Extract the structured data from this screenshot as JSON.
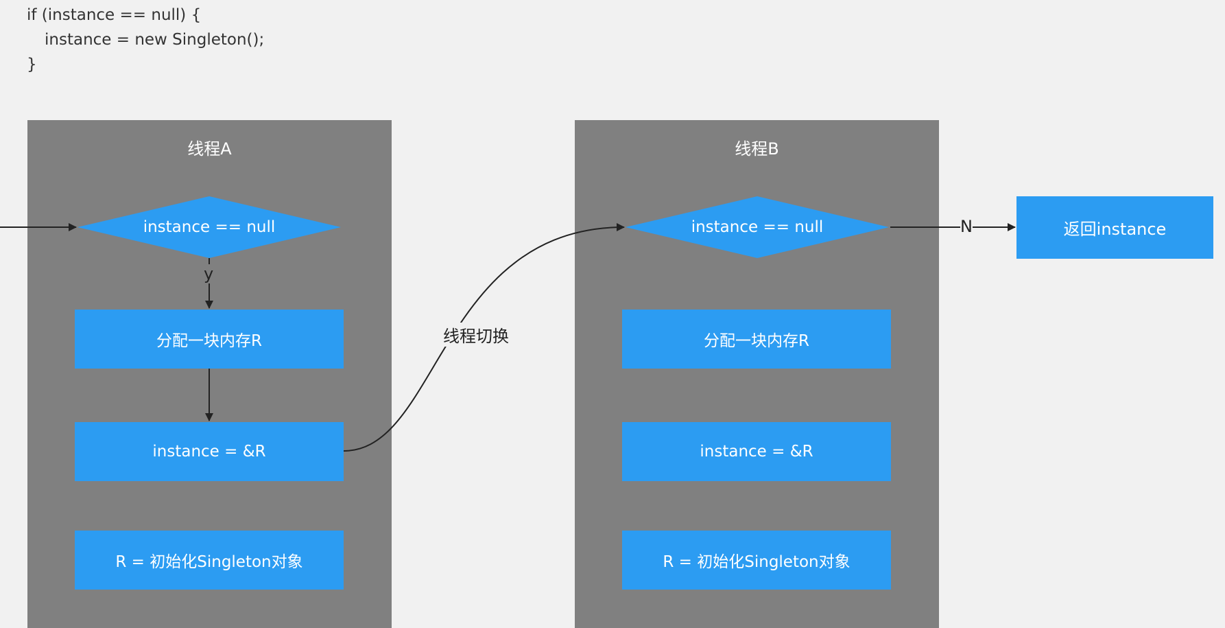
{
  "code": {
    "line1": "if (instance == null) {",
    "line2": "instance = new Singleton();",
    "line3": "}"
  },
  "thread_a": {
    "title": "线程A",
    "condition": "instance == null",
    "branch_label": "y",
    "step1": "分配一块内存R",
    "step2": "instance = &R",
    "step3": "R = 初始化Singleton对象"
  },
  "thread_b": {
    "title": "线程B",
    "condition": "instance == null",
    "branch_label": "N",
    "step1": "分配一块内存R",
    "step2": "instance = &R",
    "step3": "R = 初始化Singleton对象"
  },
  "switch_label": "线程切换",
  "result_box": "返回instance",
  "colors": {
    "background": "#f1f1f1",
    "lane": "#808080",
    "node": "#2c9cf2",
    "node_text": "#ffffff",
    "line": "#222222"
  }
}
